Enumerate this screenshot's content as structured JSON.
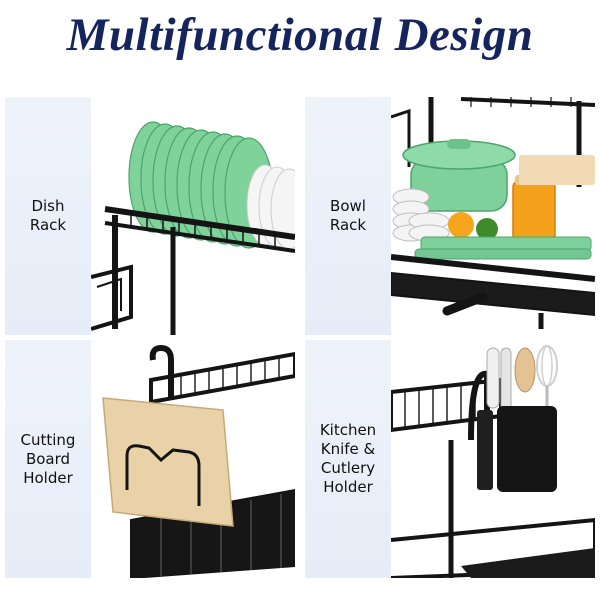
{
  "title": "Multifunctional Design",
  "panels": [
    {
      "label": "Dish\nRack"
    },
    {
      "label": "Bowl\nRack"
    },
    {
      "label": "Cutting\nBoard\nHolder"
    },
    {
      "label": "Kitchen\nKnife &\nCutlery\nHolder"
    }
  ],
  "colors": {
    "title": "#16245e",
    "label_bg": "#e8eef8",
    "rack": "#141414",
    "plate_green": "#7ed29a",
    "board": "#e9d2a8"
  }
}
